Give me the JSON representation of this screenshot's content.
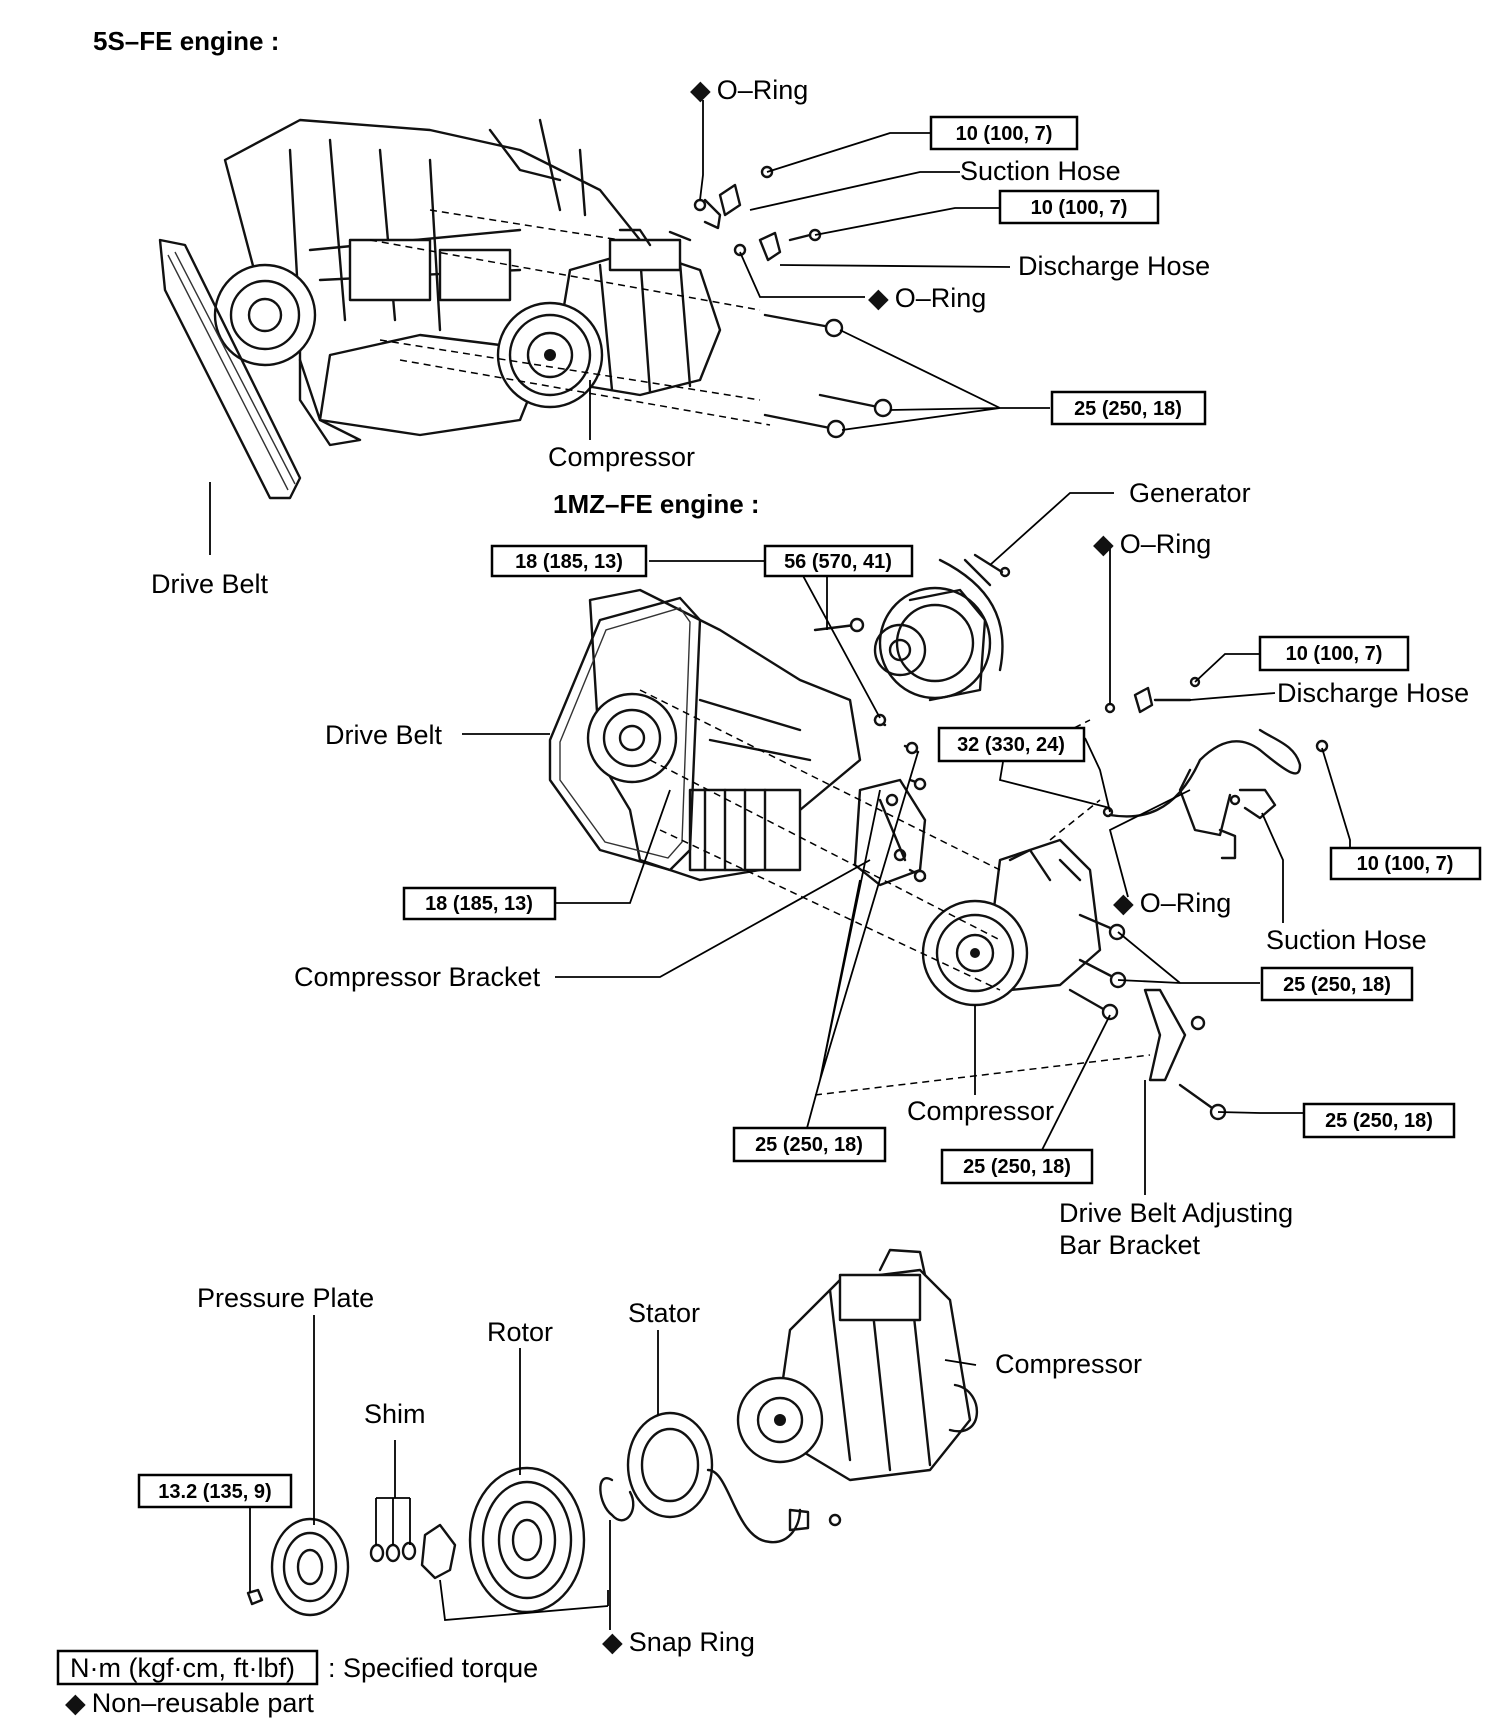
{
  "sections": {
    "s5sfe": {
      "heading": "5S–FE engine :"
    },
    "s1mzfe": {
      "heading": "1MZ–FE engine :"
    }
  },
  "torques": {
    "t_5s_suction": "10 (100, 7)",
    "t_5s_discharge": "10 (100, 7)",
    "t_5s_mount": "25 (250, 18)",
    "t_1mz_bracket_upper": "18 (185, 13)",
    "t_1mz_bracket_lower": "18 (185, 13)",
    "t_1mz_generator": "56 (570, 41)",
    "t_1mz_discharge": "10 (100, 7)",
    "t_1mz_pipe": "32 (330, 24)",
    "t_1mz_suction": "10 (100, 7)",
    "t_1mz_comp_upper": "25 (250, 18)",
    "t_1mz_comp_lower": "25 (250, 18)",
    "t_1mz_bracket_bolts": "25 (250, 18)",
    "t_1mz_adjbar_bolt": "25 (250, 18)",
    "t_clutch_plate": "13.2 (135, 9)"
  },
  "labels": {
    "oring_5s_top": "O–Ring",
    "suction_5s": "Suction Hose",
    "discharge_5s": "Discharge Hose",
    "oring_5s_mid": "O–Ring",
    "compressor_5s": "Compressor",
    "drivebelt_5s": "Drive Belt",
    "generator": "Generator",
    "oring_1mz_top": "O–Ring",
    "discharge_1mz": "Discharge Hose",
    "drivebelt_1mz": "Drive Belt",
    "oring_1mz_mid": "O–Ring",
    "suction_1mz": "Suction Hose",
    "comp_bracket": "Compressor Bracket",
    "compressor_1mz": "Compressor",
    "adj_bar_line1": "Drive Belt Adjusting",
    "adj_bar_line2": "Bar Bracket",
    "pressure_plate": "Pressure Plate",
    "rotor": "Rotor",
    "stator": "Stator",
    "compressor_clutch": "Compressor",
    "shim": "Shim",
    "snap_ring": "Snap Ring"
  },
  "legend": {
    "unit_box": "N·m (kgf·cm, ft·lbf)",
    "unit_desc": ": Specified torque",
    "nonreusable": "Non–reusable part"
  },
  "symbols": {
    "nonreusable_marker": "diamond-icon"
  }
}
